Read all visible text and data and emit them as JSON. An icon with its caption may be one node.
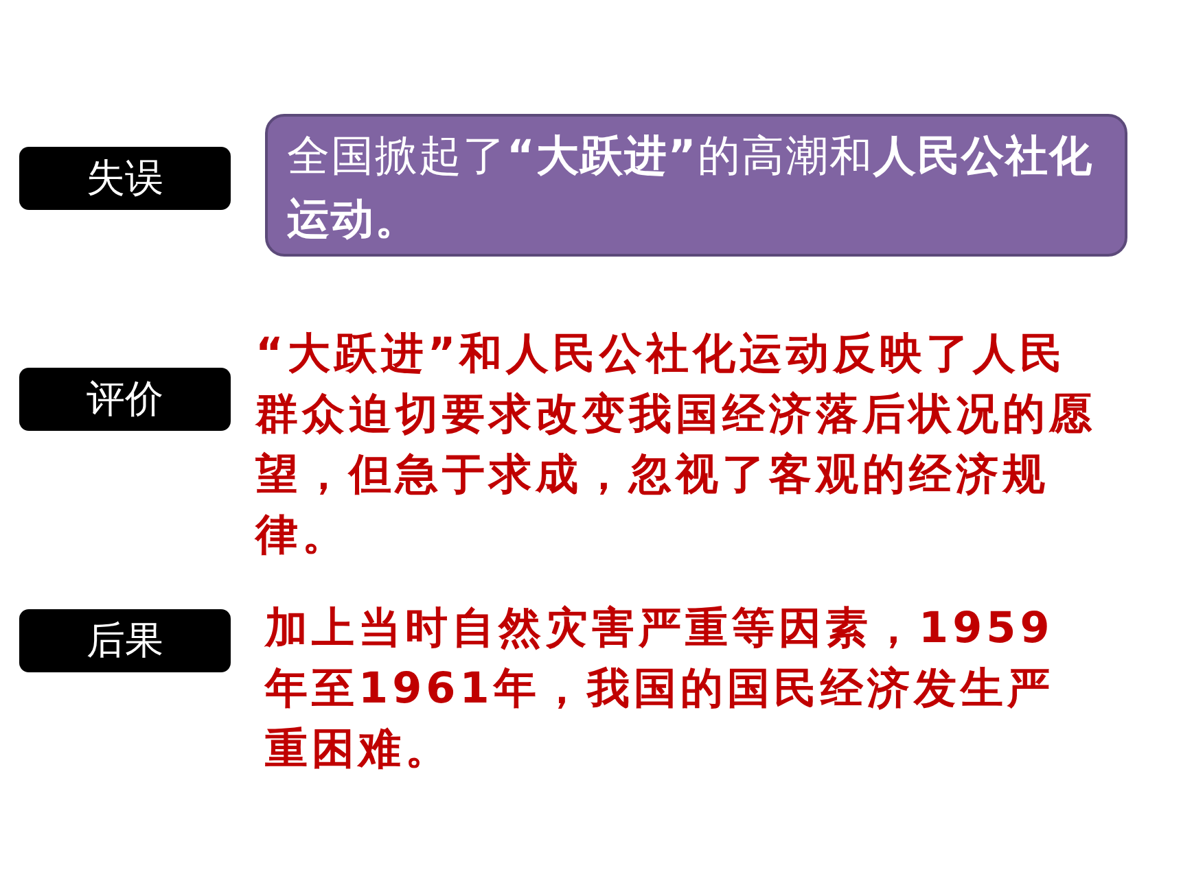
{
  "diagram": {
    "nodes": [
      {
        "text": [
          "失误"
        ]
      },
      {
        "text": [
          "全国掀起了**“大跃进”**的高潮和**人民公社化运动。**"
        ]
      },
      {
        "text": [
          "评价"
        ]
      },
      {
        "text": [
          "后果"
        ]
      }
    ],
    "labels": [
      "“大跃进”和人民公社化运动反映了人民群众迫切要求改变我国经济落后状况的愿望，但急于求成，忽视了客观的经济规律。",
      "加上当时自然灾害严重等因素，1959年至1961年，我国的国民经济发生严重困难。"
    ]
  }
}
